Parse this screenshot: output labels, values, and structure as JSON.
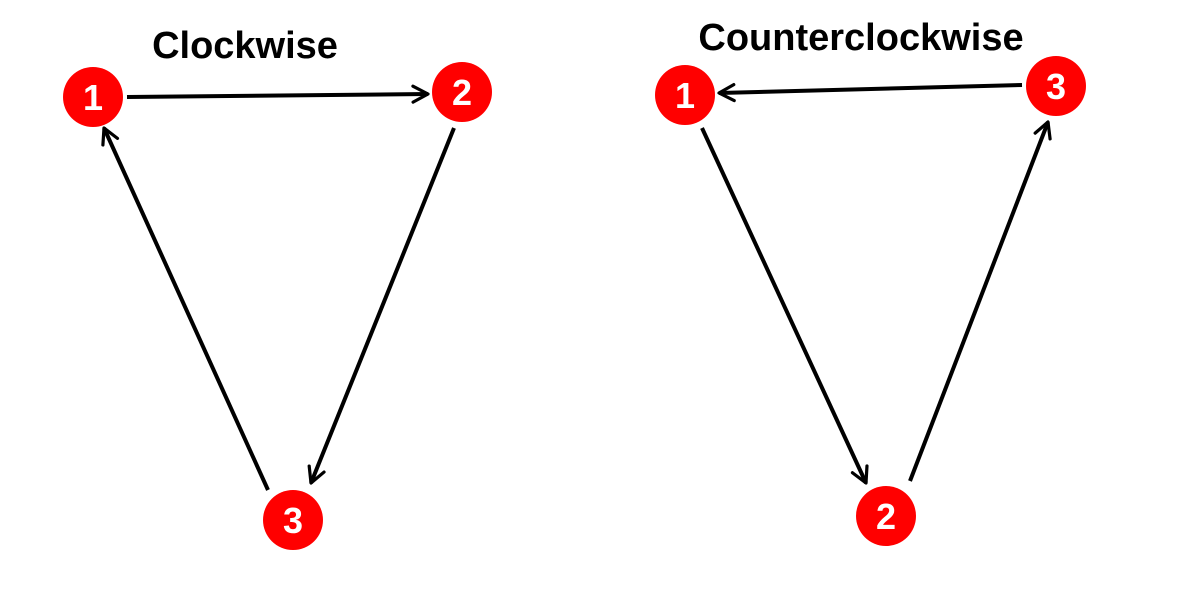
{
  "colors": {
    "node_fill": "#ff0000",
    "node_text": "#ffffff",
    "arrow": "#000000",
    "title": "#000000",
    "background": "#ffffff"
  },
  "left_diagram": {
    "title": "Clockwise",
    "nodes": [
      {
        "id": "1",
        "label": "1"
      },
      {
        "id": "2",
        "label": "2"
      },
      {
        "id": "3",
        "label": "3"
      }
    ],
    "edges": [
      {
        "from": "1",
        "to": "2"
      },
      {
        "from": "2",
        "to": "3"
      },
      {
        "from": "3",
        "to": "1"
      }
    ]
  },
  "right_diagram": {
    "title": "Counterclockwise",
    "nodes": [
      {
        "id": "1",
        "label": "1"
      },
      {
        "id": "2",
        "label": "2"
      },
      {
        "id": "3",
        "label": "3"
      }
    ],
    "edges": [
      {
        "from": "1",
        "to": "2"
      },
      {
        "from": "2",
        "to": "3"
      },
      {
        "from": "3",
        "to": "1"
      }
    ]
  }
}
